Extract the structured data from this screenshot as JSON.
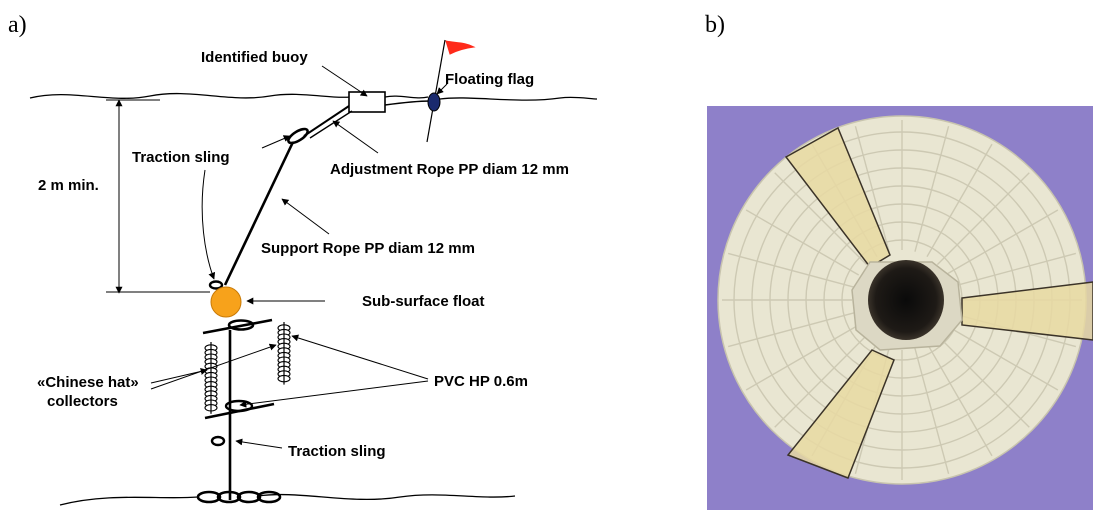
{
  "panel_a": {
    "label": "a)",
    "labels": {
      "identified_buoy": "Identified buoy",
      "floating_flag": "Floating flag",
      "traction_sling_top": "Traction sling",
      "adjustment_rope": "Adjustment Rope PP diam 12 mm",
      "depth": "2 m min.",
      "support_rope": "Support Rope PP diam 12 mm",
      "subsurface_float": "Sub-surface float",
      "collectors_line1": "«Chinese hat»",
      "collectors_line2": "collectors",
      "pvc": "PVC HP 0.6m",
      "traction_sling_bottom": "Traction sling"
    },
    "colors": {
      "flag": "#ff2a1a",
      "buoy_marker": "#1a2a6e",
      "float": "#f7a21b"
    }
  },
  "panel_b": {
    "label": "b)",
    "photo": "chinese-hat-collector",
    "colors": {
      "background": "#8e80c9",
      "disc": "#e9e6d2",
      "highlight": "#e8d9a2"
    }
  }
}
